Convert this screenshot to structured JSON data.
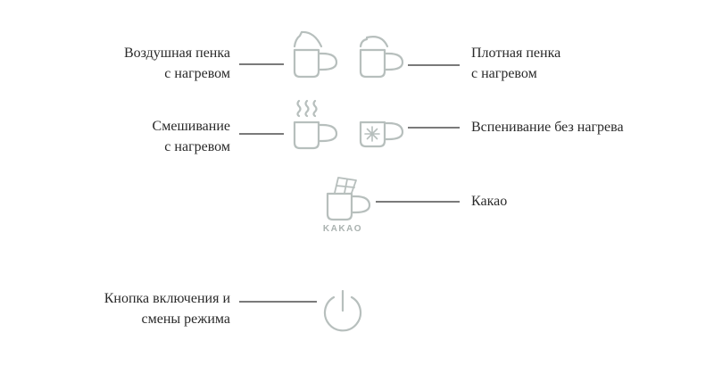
{
  "modes": {
    "airy_foam": {
      "line1": "Воздушная пенка",
      "line2": "с нагревом"
    },
    "dense_foam": {
      "line1": "Плотная пенка",
      "line2": "с нагревом"
    },
    "mixing": {
      "line1": "Смешивание",
      "line2": "с нагревом"
    },
    "cold_foam": {
      "line1": "Вспенивание без нагрева"
    },
    "cocoa": {
      "label": "Какао",
      "icon_text": "KAKAO"
    }
  },
  "power": {
    "line1": "Кнопка включения и",
    "line2": "смены режима"
  },
  "colors": {
    "icon": "#b7bfbd",
    "leader": "#7a7a7a",
    "text": "#2a2a2a"
  }
}
